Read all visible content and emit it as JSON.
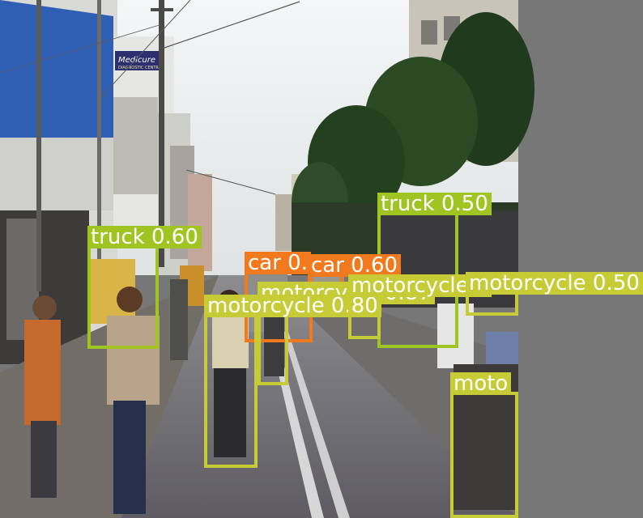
{
  "detections": [
    {
      "label": "truck 0.60",
      "color": "#a0c422"
    },
    {
      "label": "truck 0.50",
      "color": "#a0c422"
    },
    {
      "label": "car 0.",
      "color": "#f27a1e"
    },
    {
      "label": "car 0.60",
      "color": "#f27a1e"
    },
    {
      "label": "motorcycle 0.87",
      "color": "#c7cc36"
    },
    {
      "label": "motorcycle 0.80",
      "color": "#c7cc36"
    },
    {
      "label": "motorcycle 0",
      "color": "#c7cc36"
    },
    {
      "label": "motorcycle 0.50",
      "color": "#c7cc36"
    },
    {
      "label": "moto",
      "color": "#c7cc36"
    }
  ],
  "signage": {
    "shop_sign": "Medicure",
    "shop_sign_sub": "DIAGNOSTIC CENTRE"
  }
}
